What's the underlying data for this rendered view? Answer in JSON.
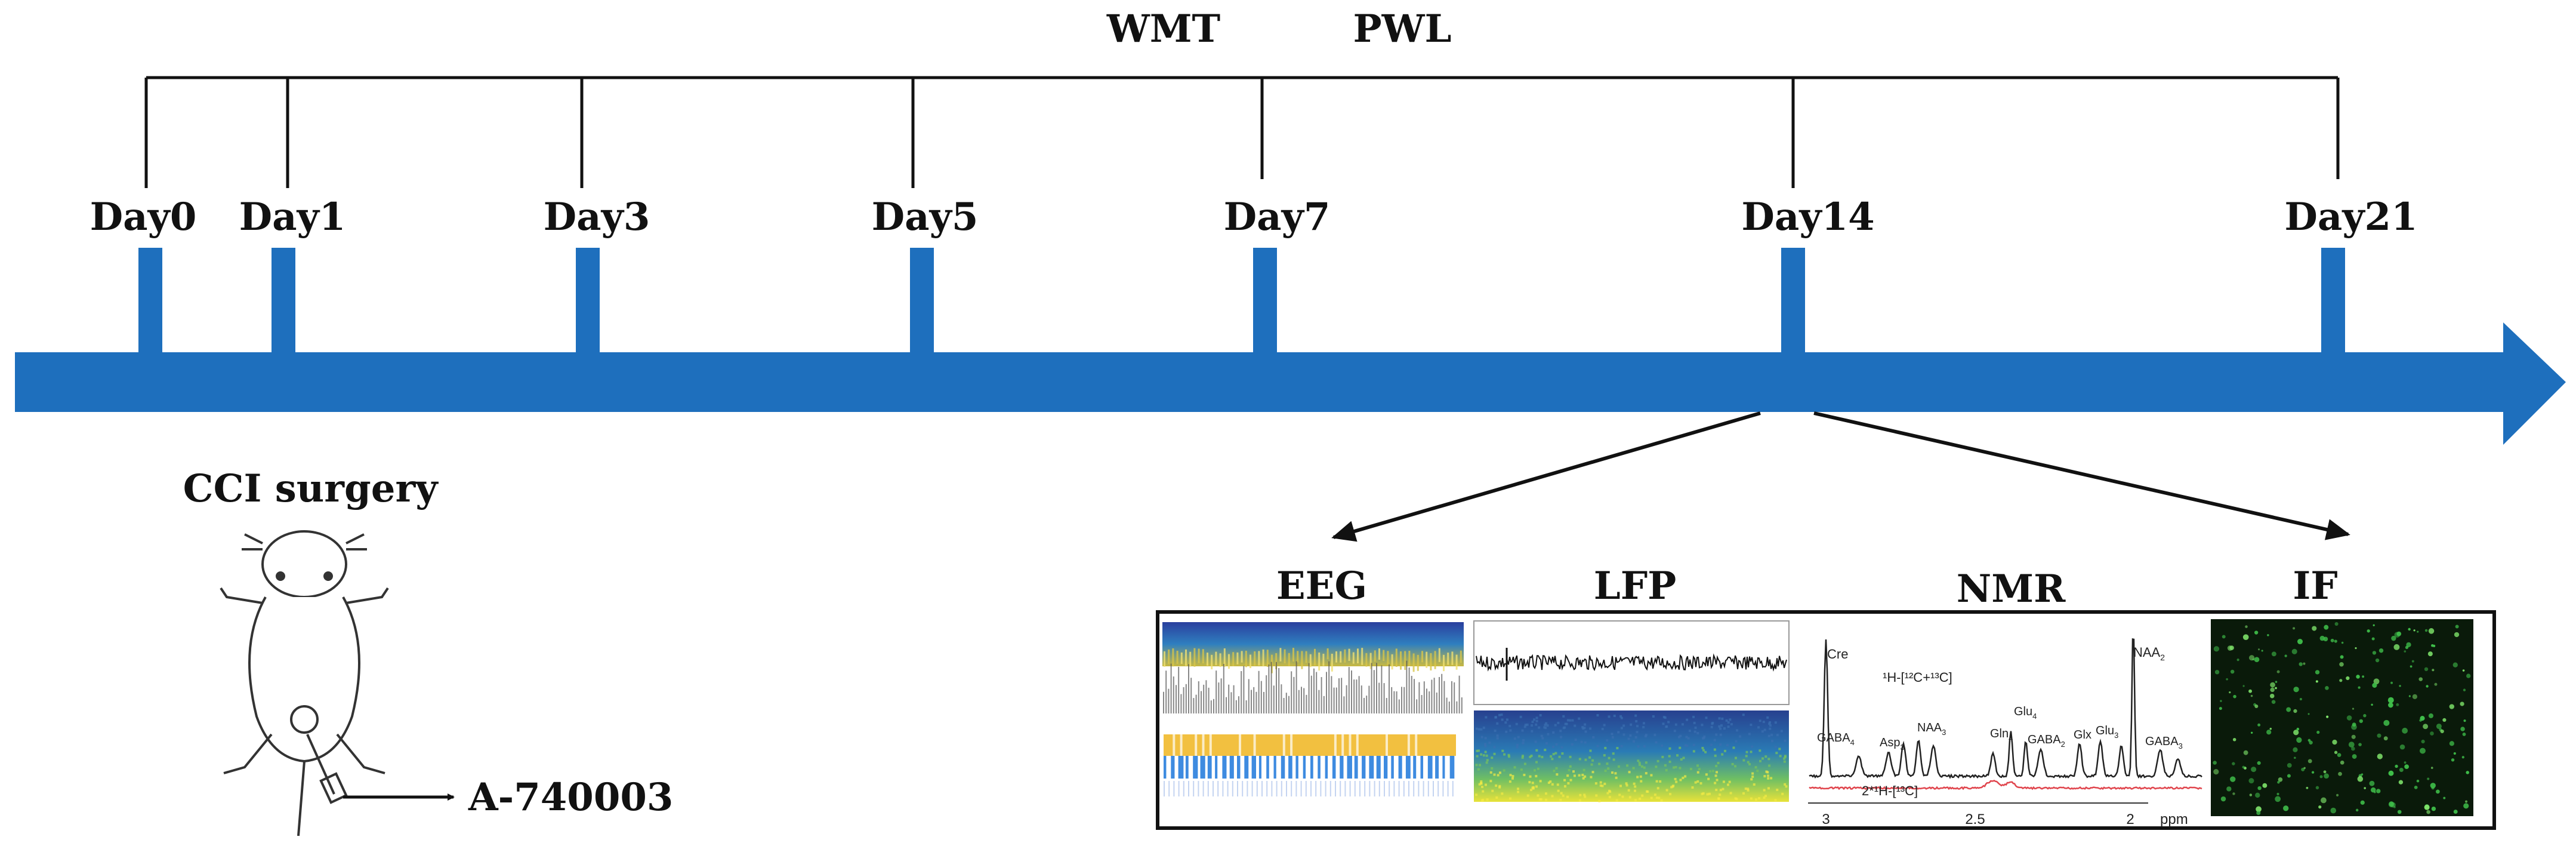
{
  "measures": {
    "left": "WMT",
    "right": "PWL"
  },
  "days": [
    "Day0",
    "Day1",
    "Day3",
    "Day5",
    "Day7",
    "Day14",
    "Day21"
  ],
  "surgery": {
    "label": "CCI surgery",
    "drug": "A-740003"
  },
  "methods": {
    "eeg": "EEG",
    "lfp": "LFP",
    "nmr": "NMR",
    "if": "IF"
  },
  "nmr_panel": {
    "peaks": {
      "cre": "Cre",
      "naa2": "NAA",
      "gaba4": "GABA",
      "asp3": "Asp",
      "naa3": "NAA",
      "gln4": "Gln",
      "glu4": "Glu",
      "gaba2": "GABA",
      "glx": "Glx",
      "glu3": "Glu",
      "gaba3": "GABA"
    },
    "subscripts": {
      "naa2": "2",
      "gaba4": "4",
      "asp3": "3",
      "naa3": "3",
      "gln4": "4",
      "glu4": "4",
      "gaba2": "2",
      "glu3": "3",
      "gaba3": "3"
    },
    "legend_top": "¹H-[¹²C+¹³C]",
    "legend_bottom": "2*¹H-[¹³C]",
    "axis_ticks": [
      "3",
      "2.5",
      "2"
    ],
    "axis_unit": "ppm"
  },
  "colors": {
    "arrow": "#1e6fbd",
    "tick": "#1e6fbd",
    "line": "#111111"
  }
}
